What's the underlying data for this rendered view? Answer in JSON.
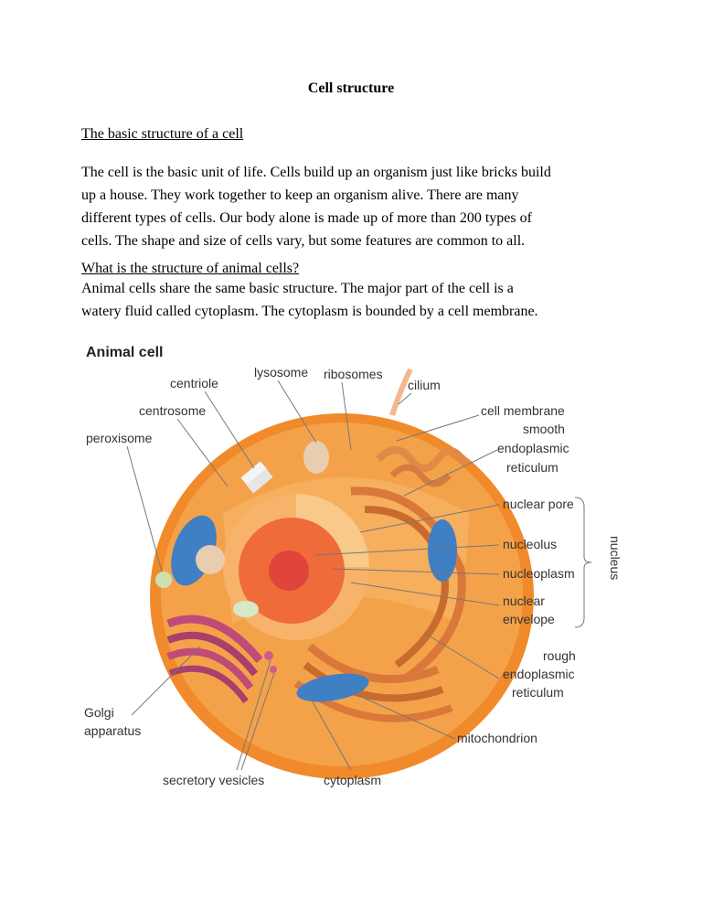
{
  "document": {
    "title": "Cell structure",
    "section_heading": "The basic structure of a cell",
    "paragraph_1_lines": [
      "The cell is the basic unit of life. Cells build up an organism just like bricks build",
      "up a house. They work together to keep an organism alive. There are many",
      "different types of cells. Our body alone is made up of more than 200 types of",
      "cells. The shape and size of cells vary, but some features are common to all."
    ],
    "question_heading": "What is the structure of animal cells?",
    "paragraph_2_lines": [
      "Animal cells share the same basic structure. The major part of the cell is a",
      "watery fluid called cytoplasm. The cytoplasm is bounded by a cell membrane."
    ]
  },
  "figure": {
    "title": "Animal cell",
    "labels": {
      "lysosome": "lysosome",
      "ribosomes": "ribosomes",
      "centriole": "centriole",
      "cilium": "cilium",
      "centrosome": "centrosome",
      "cell_membrane": "cell membrane",
      "peroxisome": "peroxisome",
      "smooth_er_1": "smooth",
      "smooth_er_2": "endoplasmic",
      "smooth_er_3": "reticulum",
      "nuclear_pore": "nuclear pore",
      "nucleolus": "nucleolus",
      "nucleoplasm": "nucleoplasm",
      "nuclear_envelope_1": "nuclear",
      "nuclear_envelope_2": "envelope",
      "nucleus": "nucleus",
      "rough_er_1": "rough",
      "rough_er_2": "endoplasmic",
      "rough_er_3": "reticulum",
      "golgi_1": "Golgi",
      "golgi_2": "apparatus",
      "mitochondrion": "mitochondrion",
      "secretory_vesicles": "secretory vesicles",
      "cytoplasm": "cytoplasm"
    }
  },
  "colors": {
    "cytoplasm": "#f4a24a",
    "membrane": "#f08a2a",
    "nucleus": "#f7b36a",
    "nucleolus": "#e0443a",
    "rough_er": "#d9783a",
    "golgi": "#c04a78",
    "mitochondrion": "#3f7fc4",
    "lysosome": "#e8cdb0"
  }
}
